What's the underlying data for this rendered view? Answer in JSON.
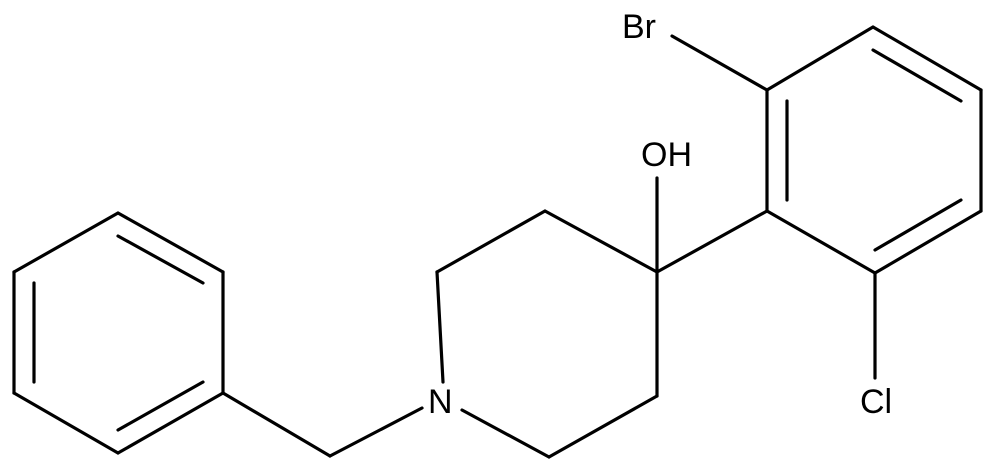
{
  "molecule": {
    "atoms": [
      {
        "id": "Br",
        "label": "Br",
        "element": "Br"
      },
      {
        "id": "OH",
        "label": "OH",
        "element": "O"
      },
      {
        "id": "N",
        "label": "N",
        "element": "N"
      },
      {
        "id": "Cl",
        "label": "Cl",
        "element": "Cl"
      }
    ],
    "bonds": [
      {
        "id": "bn-1",
        "from": "benzyl-c1",
        "to": "benzyl-c2",
        "order": 1
      },
      {
        "id": "bn-2",
        "from": "benzyl-c2",
        "to": "benzyl-c3",
        "order": 2
      },
      {
        "id": "bn-3",
        "from": "benzyl-c3",
        "to": "benzyl-c4",
        "order": 1
      },
      {
        "id": "bn-4",
        "from": "benzyl-c4",
        "to": "benzyl-c5",
        "order": 2
      },
      {
        "id": "bn-5",
        "from": "benzyl-c5",
        "to": "benzyl-c6",
        "order": 1
      },
      {
        "id": "bn-6",
        "from": "benzyl-c6",
        "to": "benzyl-c1",
        "order": 2
      },
      {
        "id": "bn-7",
        "from": "benzyl-c4",
        "to": "ch2",
        "order": 1
      },
      {
        "id": "bn-8",
        "from": "ch2",
        "to": "N",
        "order": 1
      },
      {
        "id": "pip-1",
        "from": "N",
        "to": "pip-c2",
        "order": 1
      },
      {
        "id": "pip-2",
        "from": "pip-c2",
        "to": "pip-c3",
        "order": 1
      },
      {
        "id": "pip-3",
        "from": "pip-c3",
        "to": "pip-c4",
        "order": 1
      },
      {
        "id": "pip-4",
        "from": "pip-c4",
        "to": "pip-c5",
        "order": 1
      },
      {
        "id": "pip-5",
        "from": "pip-c5",
        "to": "pip-c6",
        "order": 1
      },
      {
        "id": "pip-6",
        "from": "pip-c6",
        "to": "N",
        "order": 1
      },
      {
        "id": "oh-1",
        "from": "pip-c4",
        "to": "OH",
        "order": 1
      },
      {
        "id": "link-1",
        "from": "pip-c4",
        "to": "aryl-c1",
        "order": 1
      },
      {
        "id": "ar-1",
        "from": "aryl-c1",
        "to": "aryl-c2",
        "order": 2
      },
      {
        "id": "ar-2",
        "from": "aryl-c2",
        "to": "aryl-c3",
        "order": 1
      },
      {
        "id": "ar-3",
        "from": "aryl-c3",
        "to": "aryl-c4",
        "order": 2
      },
      {
        "id": "ar-4",
        "from": "aryl-c4",
        "to": "aryl-c5",
        "order": 1
      },
      {
        "id": "ar-5",
        "from": "aryl-c5",
        "to": "aryl-c6",
        "order": 2
      },
      {
        "id": "ar-6",
        "from": "aryl-c6",
        "to": "aryl-c1",
        "order": 1
      },
      {
        "id": "br-1",
        "from": "aryl-c2",
        "to": "Br",
        "order": 1
      },
      {
        "id": "cl-1",
        "from": "aryl-c6",
        "to": "Cl",
        "order": 1
      }
    ]
  }
}
